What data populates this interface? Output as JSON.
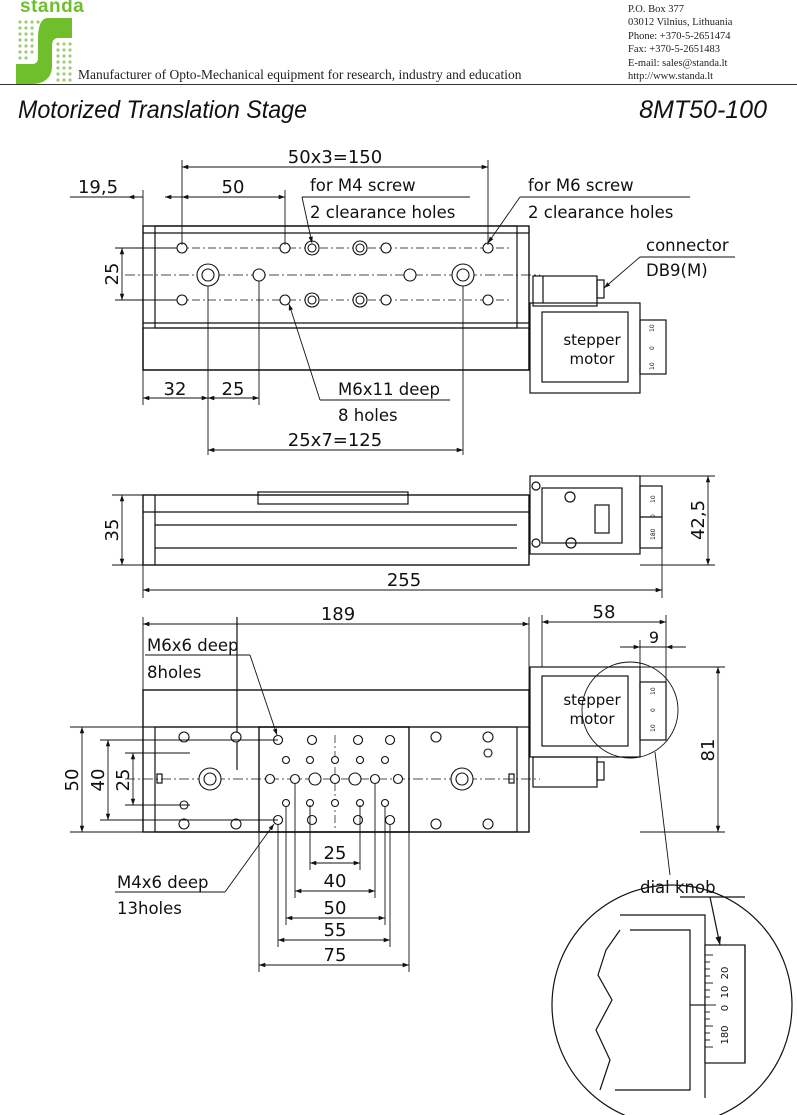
{
  "header": {
    "logo_text": "standa",
    "tagline": "Manufacturer of Opto-Mechanical equipment for research, industry and education",
    "contact": [
      "P.O. Box 377",
      "03012 Vilnius, Lithuania",
      "Phone: +370-5-2651474",
      "Fax: +370-5-2651483",
      "E-mail: sales@standa.lt",
      "http://www.standa.lt"
    ]
  },
  "title": {
    "name": "Motorized Translation Stage",
    "model": "8MT50-100"
  },
  "top_view": {
    "dim_50x3": "50x3=150",
    "dim_19_5": "19,5",
    "dim_50": "50",
    "dim_25_side": "25",
    "dim_32": "32",
    "dim_25": "25",
    "dim_25x7": "25x7=125",
    "note_m4_1": "for M4 screw",
    "note_m4_2": "2 clearance holes",
    "note_m6_1": "for M6 screw",
    "note_m6_2": "2 clearance holes",
    "connector_1": "connector",
    "connector_2": "DB9(M)",
    "motor_1": "stepper",
    "motor_2": "motor",
    "deep_1": "M6x11 deep",
    "deep_2": "8 holes",
    "knob_scale": [
      "10",
      "0",
      "10"
    ]
  },
  "side_view": {
    "dim_35": "35",
    "dim_42_5": "42,5",
    "dim_255": "255",
    "knob_scale": [
      "10",
      "0",
      "180"
    ]
  },
  "bottom_view": {
    "dim_189": "189",
    "dim_58": "58",
    "dim_9": "9",
    "dim_81": "81",
    "dim_50": "50",
    "dim_40": "40",
    "dim_25": "25",
    "m6_1": "M6x6 deep",
    "m6_2": "8holes",
    "m4_1": "M4x6 deep",
    "m4_2": "13holes",
    "motor_1": "stepper",
    "motor_2": "motor",
    "dims_bottom": [
      "25",
      "40",
      "50",
      "55",
      "75"
    ],
    "knob_scale": [
      "10",
      "0",
      "10"
    ]
  },
  "detail": {
    "label": "dial knob",
    "scale": [
      "20",
      "10",
      "0",
      "180"
    ]
  }
}
